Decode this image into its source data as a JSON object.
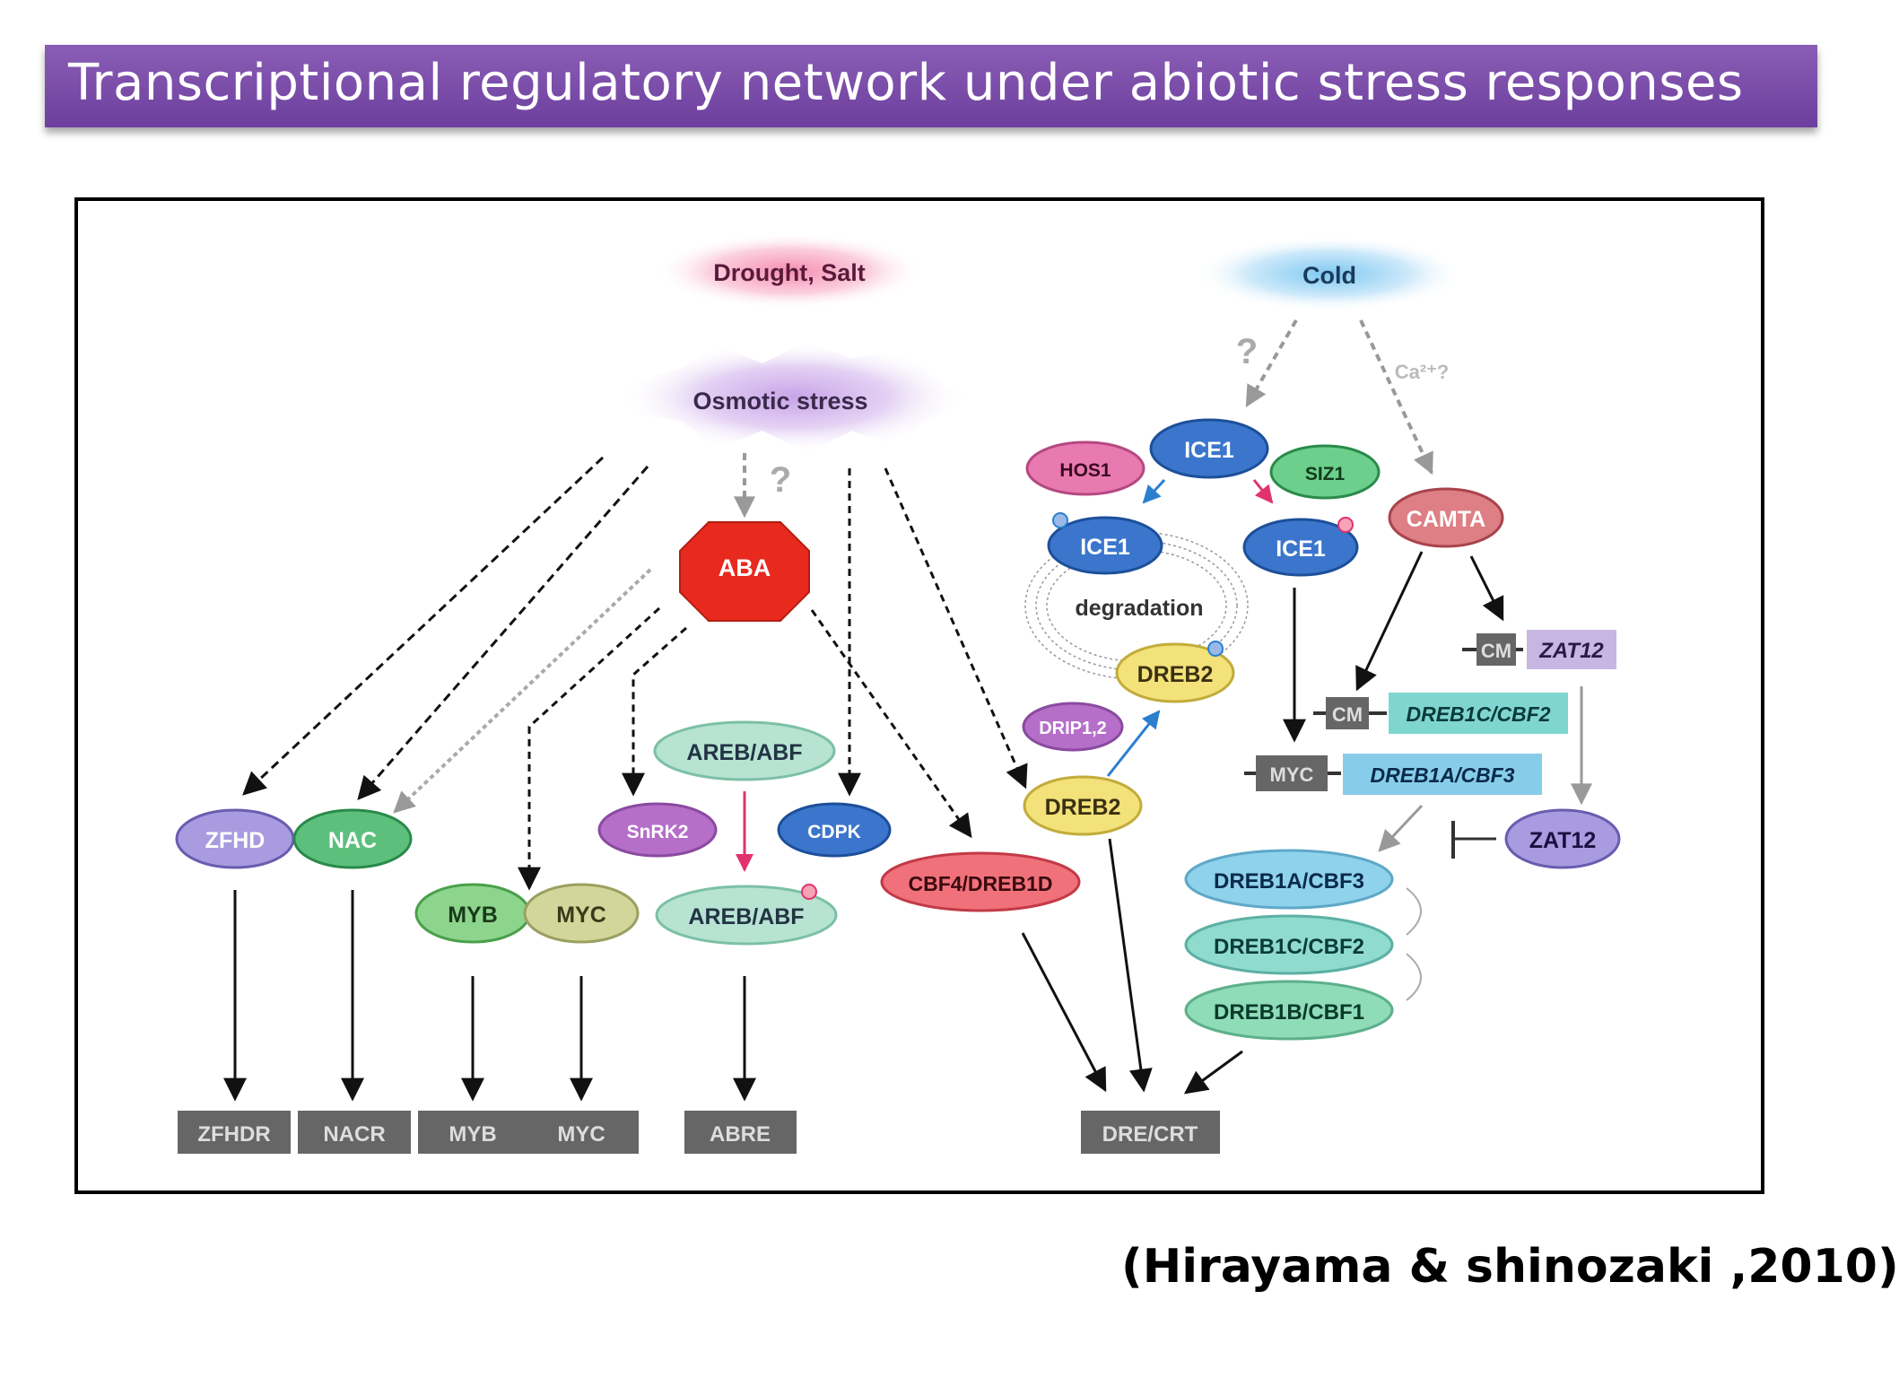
{
  "title": "Transcriptional regulatory network under abiotic stress responses",
  "citation": "(Hirayama & shinozaki ,2010)",
  "colors": {
    "title_bar": "#7b4ea8",
    "promoter_box": "#666666",
    "arrow": "#111111",
    "gray_arrow": "#999999",
    "pink_arrow": "#e0336e",
    "blue_arrow": "#2b7fcf"
  },
  "stimuli": {
    "drought_salt": "Drought, Salt",
    "cold": "Cold",
    "osmotic": "Osmotic stress",
    "q1": "?",
    "q2": "?",
    "ca": "Ca²⁺?"
  },
  "nodes": {
    "aba": "ABA",
    "zfhd": "ZFHD",
    "nac": "NAC",
    "myb": "MYB",
    "myc": "MYC",
    "areb_abf_top": "AREB/ABF",
    "areb_abf_bottom": "AREB/ABF",
    "snrk2": "SnRK2",
    "cdpk": "CDPK",
    "cbf4": "CBF4/DREB1D",
    "dreb2_low": "DREB2",
    "dreb2_up": "DREB2",
    "drip": "DRIP1,2",
    "ice1_top": "ICE1",
    "ice1_left": "ICE1",
    "ice1_right": "ICE1",
    "hos1": "HOS1",
    "siz1": "SIZ1",
    "camta": "CAMTA",
    "degradation": "degradation",
    "zat12_node": "ZAT12",
    "dreb1a": "DREB1A/CBF3",
    "dreb1c": "DREB1C/CBF2",
    "dreb1b": "DREB1B/CBF1"
  },
  "genes": {
    "cm1": "CM",
    "zat12": "ZAT12",
    "cm2": "CM",
    "dreb1c": "DREB1C/CBF2",
    "myc": "MYC",
    "dreb1a": "DREB1A/CBF3"
  },
  "promoters": {
    "zfhdr": "ZFHDR",
    "nacr": "NACR",
    "myb": "MYB",
    "myc": "MYC",
    "abre": "ABRE",
    "drecrt": "DRE/CRT"
  }
}
